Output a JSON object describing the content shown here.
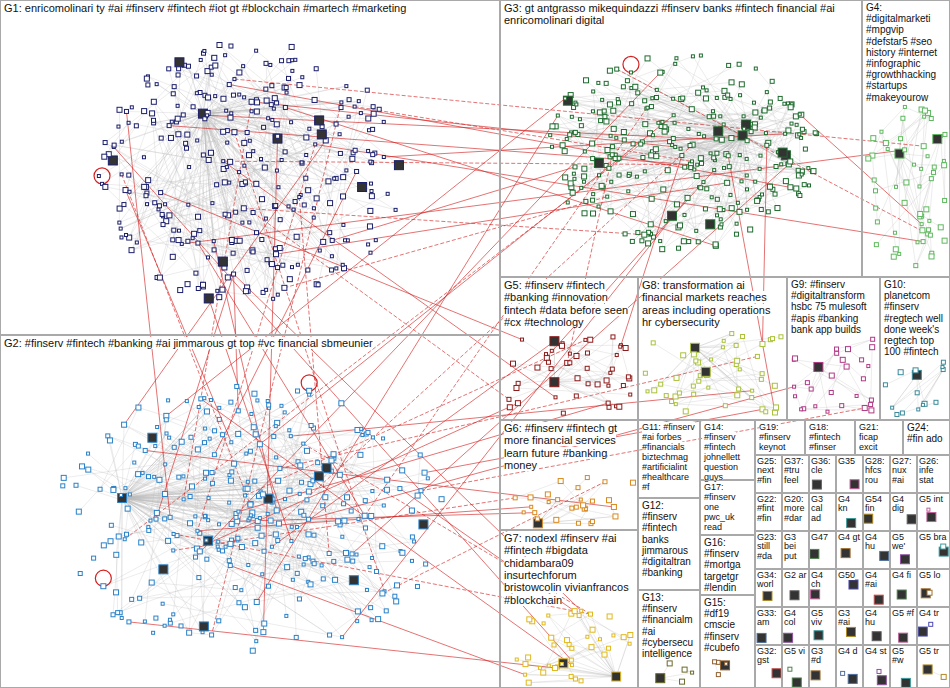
{
  "diagram": {
    "nodes": [
      {
        "text": [
          "G1: enricomolinari ty #ai #finserv #fintech #iot gt #blockchain #martech #marketing"
        ]
      },
      {
        "text": [
          "G3: gt antgrasso mikequindazzi #finserv banks #fintech financial #ai enricomolinari digital"
        ]
      },
      {
        "text": [
          "G4: #digitalmarketi #mpgvip #defstar5 #seo history #internet #infographic #growthhacking #startups #makeyourow"
        ]
      },
      {
        "text": [
          "G2: #finserv #fintech #banking #ai jimmarous gt top #vc financial sbmeunier"
        ]
      },
      {
        "text": [
          "G5: #finserv #fintech #banking #innovation fintech #data before seen #cx #technology"
        ]
      },
      {
        "text": [
          "G8: transformation ai financial markets reaches areas including operations hr cybersecurity"
        ]
      },
      {
        "text": [
          "G9: #finserv #digitaltransform hsbc 75 mulesoft #apis #banking bank app builds"
        ]
      },
      {
        "text": [
          "G10: planetcom #finserv #regtech well done week's regtech top 100 #fintech"
        ]
      },
      {
        "text": [
          "G6: #finserv #fintech gt more financial services learn future #banking money"
        ]
      },
      {
        "text": [
          "G11: #finserv #ai forbes #financials biztechmag #artificialint #healthcare #f"
        ]
      },
      {
        "text": [
          "G14: #finserv #fintech johnellett question guys"
        ]
      },
      {
        "text": [
          "G19: #finserv keynot"
        ]
      },
      {
        "text": [
          "G18: #fintech #finser"
        ]
      },
      {
        "text": [
          "G21: ficap excit"
        ]
      },
      {
        "text": [
          "G24: #fin ado"
        ]
      },
      {
        "text": [
          "G25: next #fin"
        ]
      },
      {
        "text": [
          "G37: #tru feel"
        ]
      },
      {
        "text": [
          "G36: cle"
        ]
      },
      {
        "text": [
          "G35"
        ]
      },
      {
        "text": [
          "G28: hfcs rou"
        ]
      },
      {
        "text": [
          "G27: nux #ai"
        ]
      },
      {
        "text": [
          "G26: infe stat"
        ]
      },
      {
        "text": [
          "G22: #fint #fin"
        ]
      },
      {
        "text": [
          "G20: more #dar"
        ]
      },
      {
        "text": [
          "G3 cal ad"
        ]
      },
      {
        "text": [
          "G4 kn"
        ]
      },
      {
        "text": [
          "G54 fin"
        ]
      },
      {
        "text": [
          "G4 dig"
        ]
      },
      {
        "text": [
          "G5 int"
        ]
      },
      {
        "text": [
          "G23: still #da"
        ]
      },
      {
        "text": [
          "G3 bei put"
        ]
      },
      {
        "text": [
          "G47"
        ]
      },
      {
        "text": [
          "G4 gt"
        ]
      },
      {
        "text": [
          "G4 hu"
        ]
      },
      {
        "text": [
          "G5 we'"
        ]
      },
      {
        "text": [
          "G5 bra"
        ]
      },
      {
        "text": [
          "G34: worl"
        ]
      },
      {
        "text": [
          "G2 ar"
        ]
      },
      {
        "text": [
          "G4 ch"
        ]
      },
      {
        "text": [
          "G50"
        ]
      },
      {
        "text": [
          "G4 #ai"
        ]
      },
      {
        "text": [
          "G4 fi"
        ]
      },
      {
        "text": [
          "G5 lo"
        ]
      },
      {
        "text": [
          "G33: am"
        ]
      },
      {
        "text": [
          "G4 col"
        ]
      },
      {
        "text": [
          "G5 viv"
        ]
      },
      {
        "text": [
          "G3 #ai"
        ]
      },
      {
        "text": [
          "G4 hu"
        ]
      },
      {
        "text": [
          "G5 #f"
        ]
      },
      {
        "text": [
          "G4 tr"
        ]
      },
      {
        "text": [
          "G32: gst"
        ]
      },
      {
        "text": [
          "G5 vi"
        ]
      },
      {
        "text": [
          "G3 #d"
        ]
      },
      {
        "text": [
          "G4 d"
        ]
      },
      {
        "text": [
          "G4 st"
        ]
      },
      {
        "text": [
          "G5 #w"
        ]
      },
      {
        "text": [
          "G5 tr"
        ]
      },
      {
        "text": [
          "G7: nodexl #finserv #ai #fintech #bigdata chidambara09 insurtechforum bristowcolin vivianfrancos #blockchain"
        ]
      },
      {
        "text": [
          "G12: #finserv #fintech banks jimmarous #digitaltran #banking"
        ]
      },
      {
        "text": [
          "G13: #finserv #financialm #ai #cybersecu intelligence"
        ]
      },
      {
        "text": [
          "G17: #finserv one pwc_uk read"
        ]
      },
      {
        "text": [
          "G16: #finserv #mortga targetgr #lendin"
        ]
      },
      {
        "text": [
          "G15: #df19 cmscie #finserv #cubefo"
        ]
      }
    ]
  }
}
